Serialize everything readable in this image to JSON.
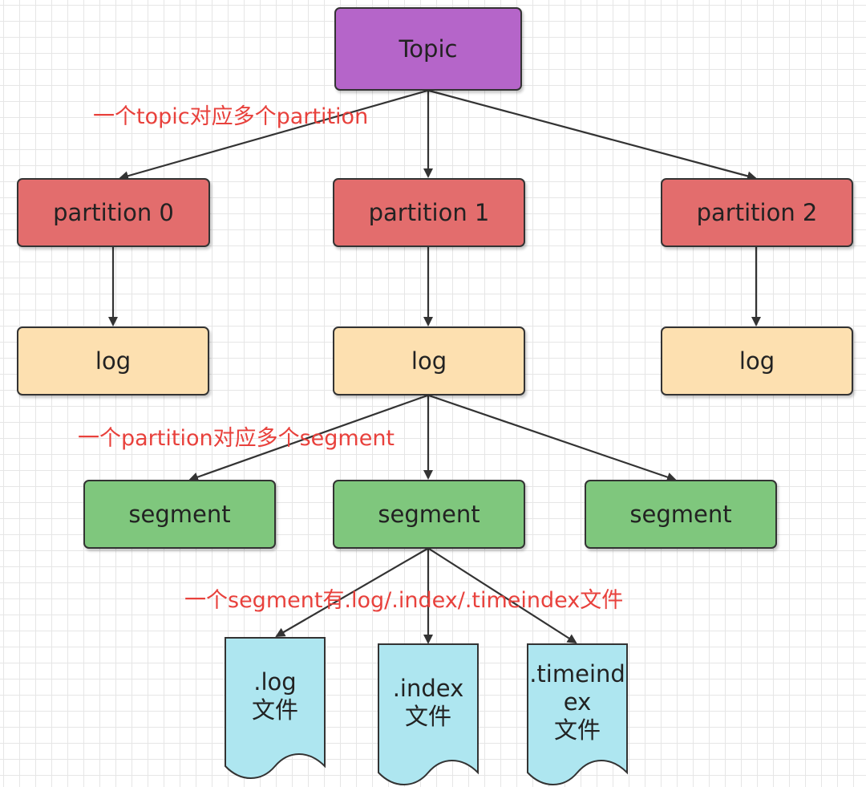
{
  "nodes": {
    "topic": "Topic",
    "partition0": "partition 0",
    "partition1": "partition 1",
    "partition2": "partition 2",
    "log0": "log",
    "log1": "log",
    "log2": "log",
    "segment0": "segment",
    "segment1": "segment",
    "segment2": "segment"
  },
  "files": {
    "log_file": {
      "line1": ".log",
      "line2": "文件"
    },
    "index_file": {
      "line1": ".index",
      "line2": "文件"
    },
    "timeindex_file": {
      "line1": ".timeind",
      "line2": "ex",
      "line3": "文件"
    }
  },
  "annotations": {
    "topic_partitions": "一个topic对应多个partition",
    "partition_segments": "一个partition对应多个segment",
    "segment_files": "一个segment有.log/.index/.timeindex文件"
  },
  "colors": {
    "topic": "#b565c9",
    "partition": "#e36d6d",
    "log": "#fde0b0",
    "segment": "#7fc77d",
    "file": "#aee6f0",
    "annotation": "#e8413c"
  }
}
